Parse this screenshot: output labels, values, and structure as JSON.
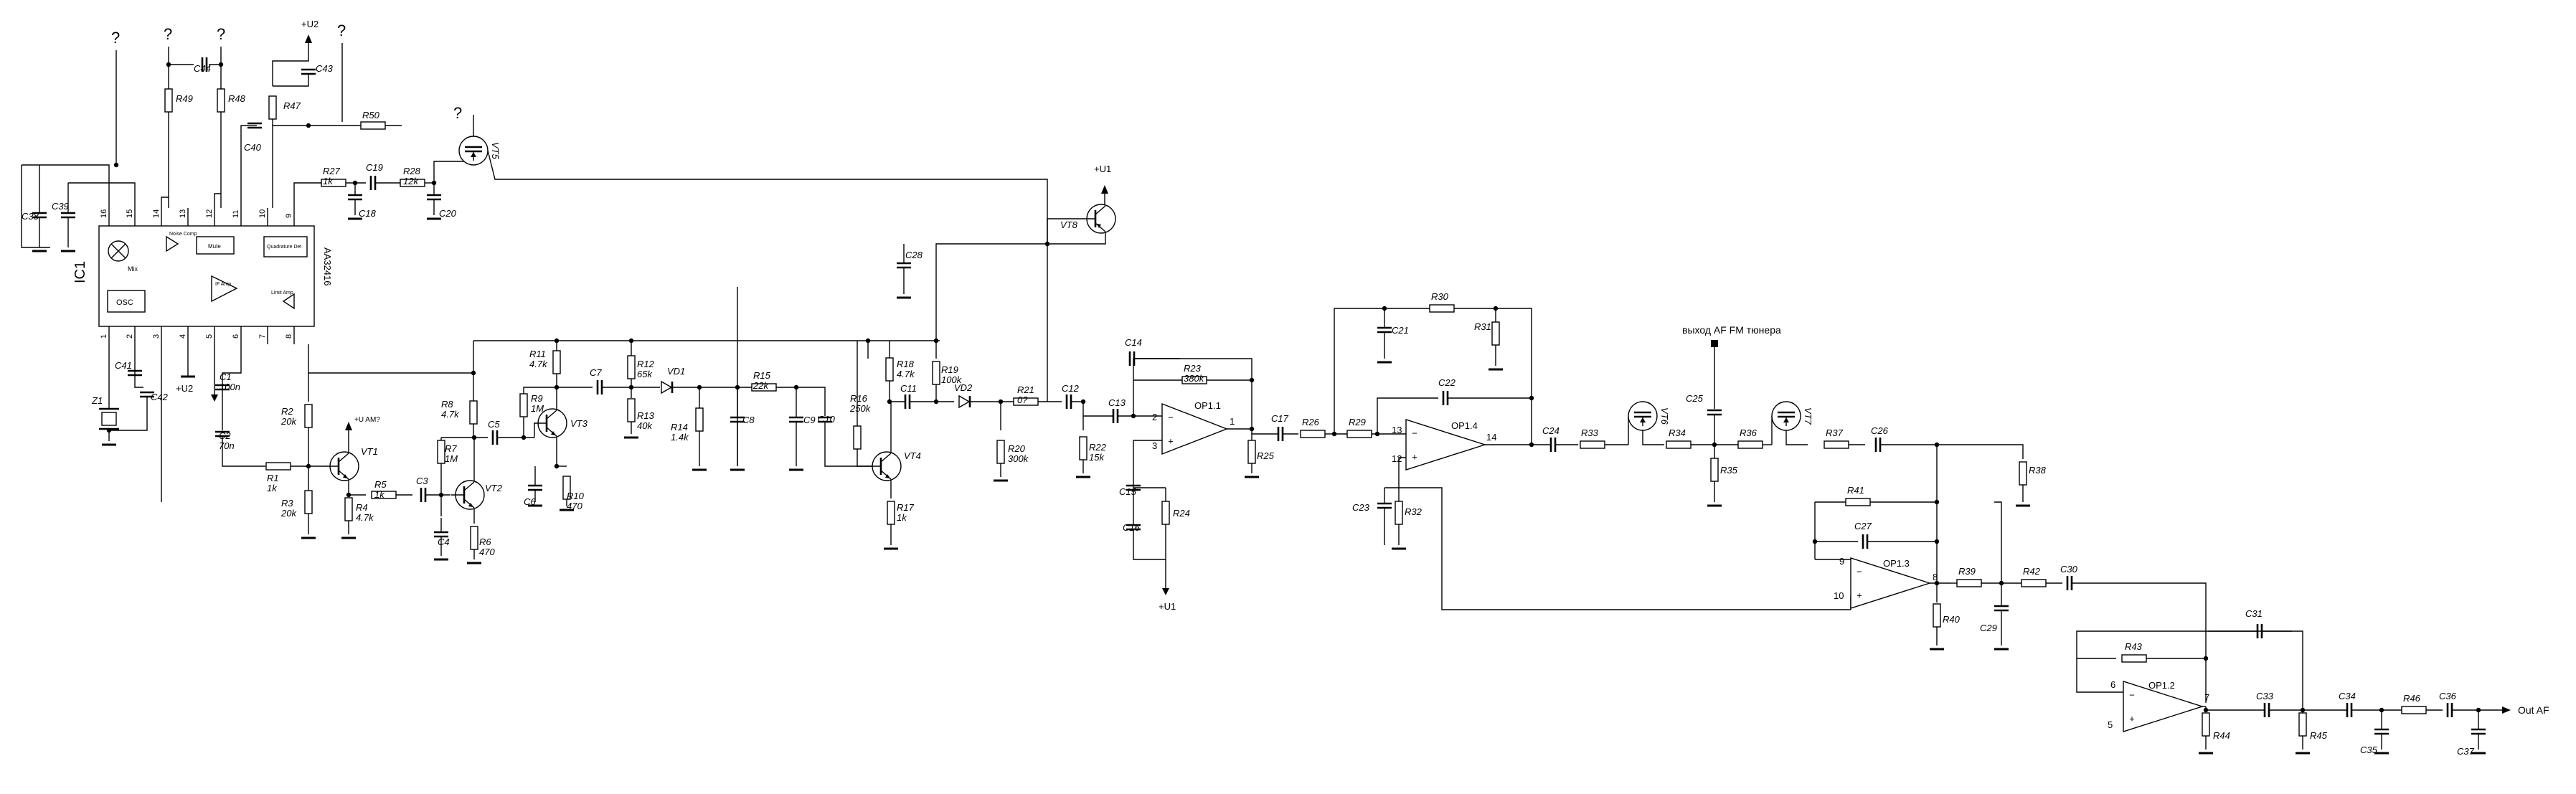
{
  "ic": {
    "ref": "IC1",
    "part": "AA32416",
    "pins_top": [
      "16",
      "15",
      "14",
      "13",
      "12",
      "11",
      "10",
      "9"
    ],
    "pins_bottom": [
      "1",
      "2",
      "3",
      "4",
      "5",
      "6",
      "7",
      "8"
    ],
    "blocks": {
      "mix": "Mix",
      "osc": "OSC",
      "noise": "Noise Comp",
      "if_amp": "IF Amp",
      "mute": "Mute",
      "limit": "Limit Amp",
      "quad": "Quadrature Det"
    }
  },
  "labels": {
    "u2": "+U2",
    "u1": "+U1",
    "u2_am": "+U AM?",
    "question": "?",
    "fm_out": "выход AF FM тюнера",
    "out_af": "Out AF"
  },
  "resistors": [
    {
      "ref": "R1",
      "val": "1k"
    },
    {
      "ref": "R2",
      "val": "20k"
    },
    {
      "ref": "R3",
      "val": "20k"
    },
    {
      "ref": "R4",
      "val": "4.7k"
    },
    {
      "ref": "R5",
      "val": "1k"
    },
    {
      "ref": "R6",
      "val": "470"
    },
    {
      "ref": "R7",
      "val": "1M"
    },
    {
      "ref": "R8",
      "val": "4.7k"
    },
    {
      "ref": "R9",
      "val": "1M"
    },
    {
      "ref": "R10",
      "val": "470"
    },
    {
      "ref": "R11",
      "val": "4.7k"
    },
    {
      "ref": "R12",
      "val": "65k"
    },
    {
      "ref": "R13",
      "val": "40k"
    },
    {
      "ref": "R14",
      "val": "1.4k"
    },
    {
      "ref": "R15",
      "val": "22k"
    },
    {
      "ref": "R16",
      "val": "250k"
    },
    {
      "ref": "R17",
      "val": "1k"
    },
    {
      "ref": "R18",
      "val": "4.7k"
    },
    {
      "ref": "R19",
      "val": "100k"
    },
    {
      "ref": "R20",
      "val": "300k"
    },
    {
      "ref": "R21",
      "val": "0?"
    },
    {
      "ref": "R22",
      "val": "15k"
    },
    {
      "ref": "R23",
      "val": "380k"
    },
    {
      "ref": "R24",
      "val": ""
    },
    {
      "ref": "R25",
      "val": ""
    },
    {
      "ref": "R26",
      "val": ""
    },
    {
      "ref": "R27",
      "val": "1k"
    },
    {
      "ref": "R28",
      "val": "12k"
    },
    {
      "ref": "R29",
      "val": ""
    },
    {
      "ref": "R30",
      "val": ""
    },
    {
      "ref": "R31",
      "val": ""
    },
    {
      "ref": "R32",
      "val": ""
    },
    {
      "ref": "R33",
      "val": ""
    },
    {
      "ref": "R34",
      "val": ""
    },
    {
      "ref": "R35",
      "val": ""
    },
    {
      "ref": "R36",
      "val": ""
    },
    {
      "ref": "R37",
      "val": ""
    },
    {
      "ref": "R38",
      "val": ""
    },
    {
      "ref": "R39",
      "val": ""
    },
    {
      "ref": "R40",
      "val": ""
    },
    {
      "ref": "R41",
      "val": ""
    },
    {
      "ref": "R42",
      "val": ""
    },
    {
      "ref": "R43",
      "val": ""
    },
    {
      "ref": "R44",
      "val": ""
    },
    {
      "ref": "R45",
      "val": ""
    },
    {
      "ref": "R46",
      "val": ""
    },
    {
      "ref": "R47",
      "val": ""
    },
    {
      "ref": "R48",
      "val": ""
    },
    {
      "ref": "R49",
      "val": ""
    },
    {
      "ref": "R50",
      "val": ""
    }
  ],
  "capacitors": [
    {
      "ref": "C1",
      "val": "100n"
    },
    {
      "ref": "C2",
      "val": "70n"
    },
    {
      "ref": "C3",
      "val": ""
    },
    {
      "ref": "C4",
      "val": ""
    },
    {
      "ref": "C5",
      "val": ""
    },
    {
      "ref": "C6",
      "val": ""
    },
    {
      "ref": "C7",
      "val": ""
    },
    {
      "ref": "C8",
      "val": ""
    },
    {
      "ref": "C9",
      "val": ""
    },
    {
      "ref": "C10",
      "val": ""
    },
    {
      "ref": "C11",
      "val": ""
    },
    {
      "ref": "C12",
      "val": ""
    },
    {
      "ref": "C13",
      "val": ""
    },
    {
      "ref": "C14",
      "val": ""
    },
    {
      "ref": "C15",
      "val": ""
    },
    {
      "ref": "C16",
      "val": ""
    },
    {
      "ref": "C17",
      "val": ""
    },
    {
      "ref": "C18",
      "val": ""
    },
    {
      "ref": "C19",
      "val": ""
    },
    {
      "ref": "C20",
      "val": ""
    },
    {
      "ref": "C21",
      "val": ""
    },
    {
      "ref": "C22",
      "val": ""
    },
    {
      "ref": "C23",
      "val": ""
    },
    {
      "ref": "C24",
      "val": ""
    },
    {
      "ref": "C25",
      "val": ""
    },
    {
      "ref": "C26",
      "val": ""
    },
    {
      "ref": "C27",
      "val": ""
    },
    {
      "ref": "C28",
      "val": ""
    },
    {
      "ref": "C29",
      "val": ""
    },
    {
      "ref": "C30",
      "val": ""
    },
    {
      "ref": "C31",
      "val": ""
    },
    {
      "ref": "C33",
      "val": ""
    },
    {
      "ref": "C34",
      "val": ""
    },
    {
      "ref": "C35",
      "val": ""
    },
    {
      "ref": "C36",
      "val": ""
    },
    {
      "ref": "C37",
      "val": ""
    },
    {
      "ref": "C38",
      "val": ""
    },
    {
      "ref": "C39",
      "val": ""
    },
    {
      "ref": "C40",
      "val": ""
    },
    {
      "ref": "C41",
      "val": ""
    },
    {
      "ref": "C42",
      "val": ""
    },
    {
      "ref": "C43",
      "val": ""
    },
    {
      "ref": "C44",
      "val": ""
    }
  ],
  "transistors": [
    "VT1",
    "VT2",
    "VT3",
    "VT4",
    "VT5",
    "VT6",
    "VT7",
    "VT8"
  ],
  "diodes": [
    "VD1",
    "VD2"
  ],
  "crystal": "Z1",
  "opamps": [
    {
      "ref": "OP1.1",
      "pins": [
        "2",
        "3",
        "1"
      ]
    },
    {
      "ref": "OP1.4",
      "pins": [
        "13",
        "12",
        "14"
      ]
    },
    {
      "ref": "OP1.3",
      "pins": [
        "9",
        "10",
        "8"
      ]
    },
    {
      "ref": "OP1.2",
      "pins": [
        "6",
        "5",
        "7"
      ]
    }
  ]
}
